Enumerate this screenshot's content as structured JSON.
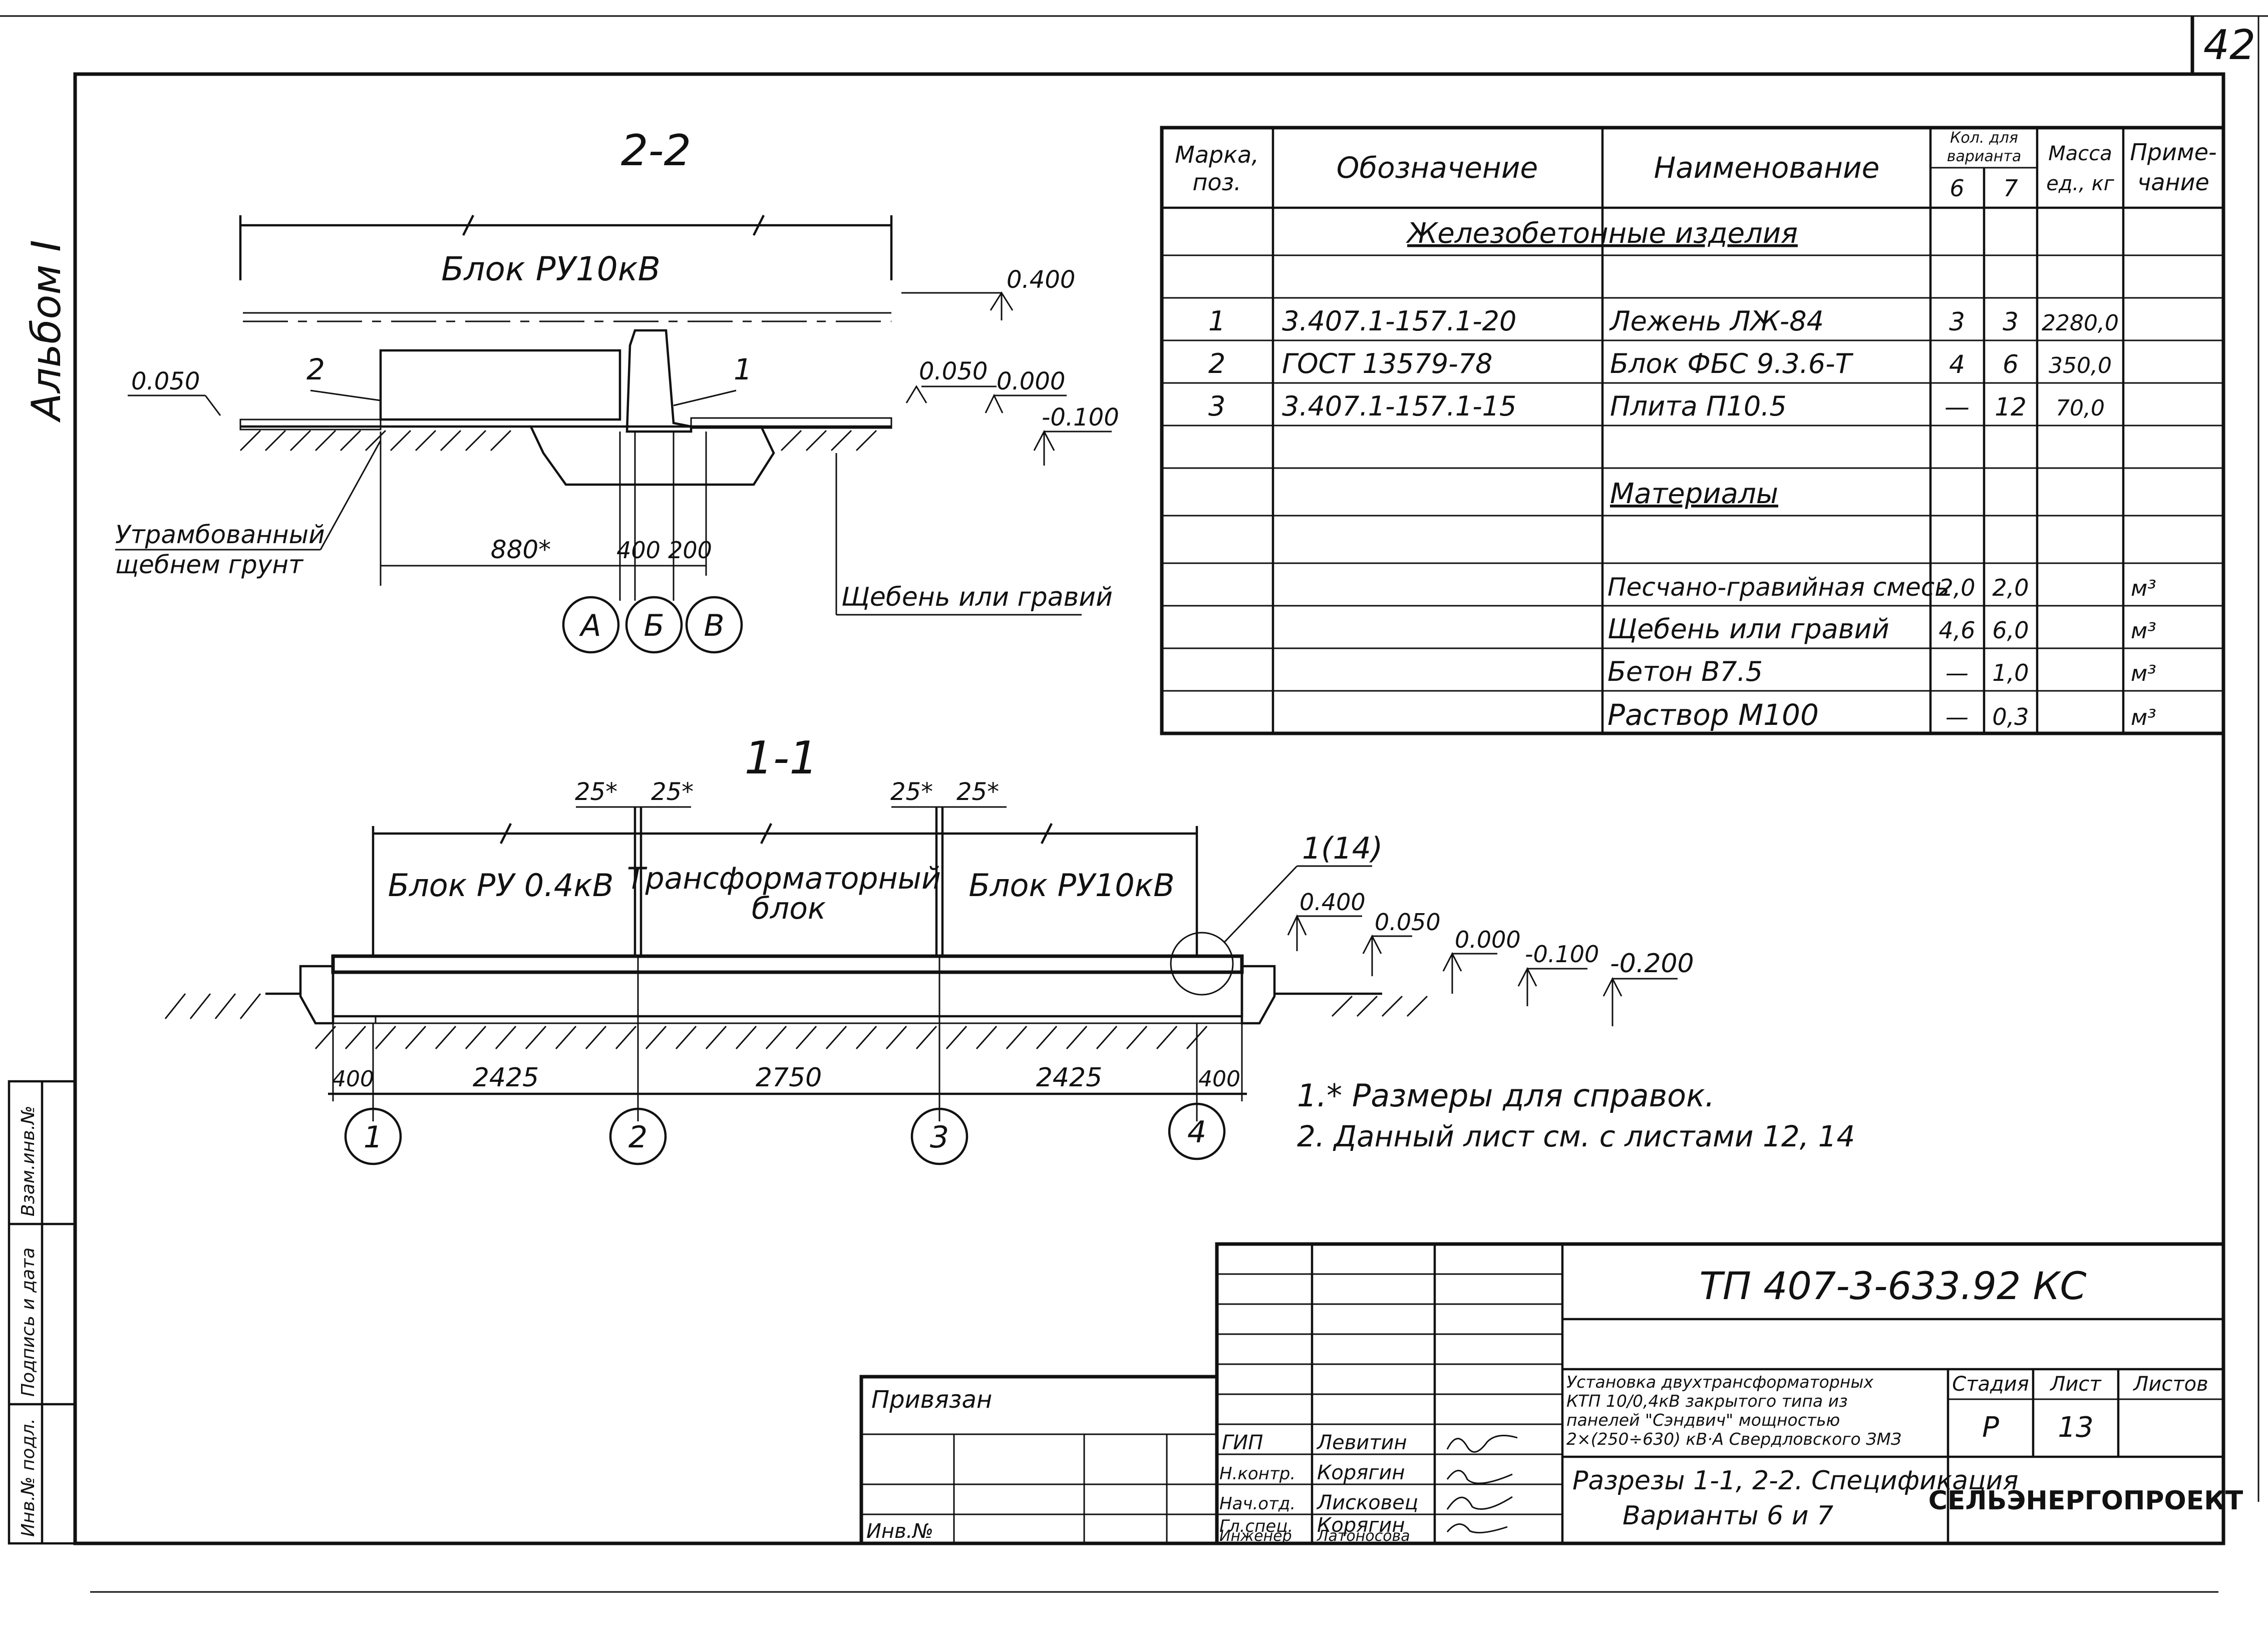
{
  "sheet": {
    "corner_number": "42",
    "album_label": "Альбом I",
    "side_labels": [
      "Инв.№ подл.",
      "Подпись и дата",
      "Взам.инв.№"
    ]
  },
  "section_2_2": {
    "title": "2-2",
    "block_label": "Блок РУ10кВ",
    "elevations": [
      "0.400",
      "0.050",
      "0.000",
      "-0.100",
      "0.050"
    ],
    "callouts": [
      "2",
      "1"
    ],
    "dims": [
      "880*",
      "400",
      "200"
    ],
    "axes": [
      "А",
      "Б",
      "В"
    ],
    "notes": [
      "Утрамбованный щебнем грунт",
      "Щебень или гравий"
    ]
  },
  "section_1_1": {
    "title": "1-1",
    "blocks": [
      "Блок РУ 0.4кВ",
      "Трансформаторный блок",
      "Блок РУ10кВ"
    ],
    "top_dims": [
      "25*",
      "25*",
      "25*",
      "25*"
    ],
    "callout": "1(14)",
    "elevations": [
      "0.400",
      "0.050",
      "0.000",
      "-0.100",
      "-0.200"
    ],
    "bottom_dims": [
      "400",
      "2425",
      "2750",
      "2425",
      "400"
    ],
    "axes": [
      "1",
      "2",
      "3",
      "4"
    ]
  },
  "notes": [
    "1.* Размеры для справок.",
    "2. Данный лист см. с листами 12, 14"
  ],
  "spec_table": {
    "headers": {
      "mark": "Марка, поз.",
      "designation": "Обозначение",
      "name": "Наименование",
      "qty_group": "Кол. для варианта",
      "qty_cols": [
        "6",
        "7"
      ],
      "mass": "Масса ед., кг",
      "note": "Приме-чание"
    },
    "rows": [
      {
        "type": "section",
        "name": "Железобетонные изделия"
      },
      {
        "type": "blank"
      },
      {
        "type": "item",
        "mark": "1",
        "designation": "3.407.1-157.1-20",
        "name": "Лежень ЛЖ-84",
        "q6": "3",
        "q7": "3",
        "mass": "2280,0",
        "note": ""
      },
      {
        "type": "item",
        "mark": "2",
        "designation": "ГОСТ 13579-78",
        "name": "Блок ФБС 9.3.6-Т",
        "q6": "4",
        "q7": "6",
        "mass": "350,0",
        "note": ""
      },
      {
        "type": "item",
        "mark": "3",
        "designation": "3.407.1-157.1-15",
        "name": "Плита П10.5",
        "q6": "—",
        "q7": "12",
        "mass": "70,0",
        "note": ""
      },
      {
        "type": "blank"
      },
      {
        "type": "section",
        "name": "Материалы"
      },
      {
        "type": "blank"
      },
      {
        "type": "item",
        "mark": "",
        "designation": "",
        "name": "Песчано-гравийная смесь",
        "q6": "2,0",
        "q7": "2,0",
        "mass": "",
        "note": "м³"
      },
      {
        "type": "item",
        "mark": "",
        "designation": "",
        "name": "Щебень или гравий",
        "q6": "4,6",
        "q7": "6,0",
        "mass": "",
        "note": "м³"
      },
      {
        "type": "item",
        "mark": "",
        "designation": "",
        "name": "Бетон В7.5",
        "q6": "—",
        "q7": "1,0",
        "mass": "",
        "note": "м³"
      },
      {
        "type": "item",
        "mark": "",
        "designation": "",
        "name": "Раствор М100",
        "q6": "—",
        "q7": "0,3",
        "mass": "",
        "note": "м³"
      }
    ]
  },
  "title_block": {
    "code": "ТП 407-3-633.92 КС",
    "project_lines": [
      "Установка двухтрансформаторных",
      "КТП 10/0,4кВ закрытого типа из",
      "панелей \"Сэндвич\" мощностью",
      "2×(250÷630) кВ·А Свердловского ЗМЗ"
    ],
    "sheet_title_lines": [
      "Разрезы 1-1, 2-2. Спецификация",
      "Варианты 6 и 7"
    ],
    "stage_label": "Стадия",
    "stage": "Р",
    "sheet_label": "Лист",
    "sheet": "13",
    "sheets_label": "Листов",
    "sheets": "",
    "organization": "СЕЛЬЭНЕРГОПРОЕКТ",
    "binding_label": "Привязан",
    "inv_label": "Инв.№",
    "people": [
      {
        "role": "ГИП",
        "name": "Левитин"
      },
      {
        "role": "Н.контр.",
        "name": "Корягин"
      },
      {
        "role": "Нач.отд.",
        "name": "Лисковец"
      },
      {
        "role": "Гл.спец.",
        "name": "Корягин"
      },
      {
        "role": "Инженер",
        "name": "Латоносова"
      }
    ]
  }
}
